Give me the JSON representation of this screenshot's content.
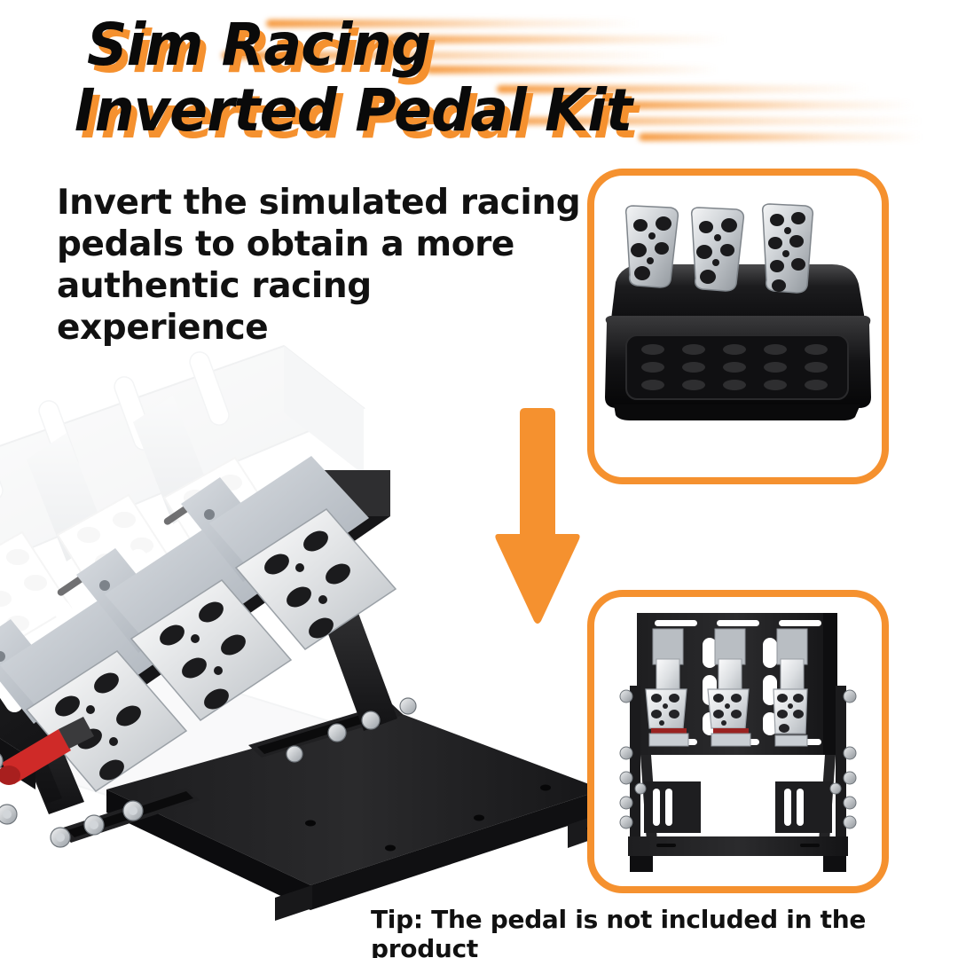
{
  "meta": {
    "background_color": "#FFFFFF",
    "accent_color": "#F5912F",
    "text_color": "#111111"
  },
  "title": {
    "line1": "Sim Racing",
    "line2": "Inverted Pedal Kit",
    "fill_color": "#0A0A0A",
    "shadow_color": "#F5912F"
  },
  "subtitle": {
    "line1": "Invert the simulated racing",
    "line2": "pedals to obtain a more",
    "line3": "authentic racing experience"
  },
  "arrow": {
    "direction": "down",
    "color": "#F5912F"
  },
  "frames": {
    "top": {
      "caption": "",
      "content": "stock-3-pedal-set",
      "border_color": "#F5912F"
    },
    "bottom": {
      "caption": "",
      "content": "inverted-pedal-kit-front-view",
      "border_color": "#F5912F"
    }
  },
  "hero": {
    "label": "inverted-pedal-kit-angled-view",
    "ghost_label": "inverted-pedal-kit-ghost-overlay",
    "plate_color": "#1A1A1A",
    "pedal_face_color": "#E8E8E8",
    "pedal_arm_color": "#C9CED4",
    "spring_color": "#D42A2A"
  },
  "tip": {
    "text": "Tip: The pedal is not included in the product"
  }
}
